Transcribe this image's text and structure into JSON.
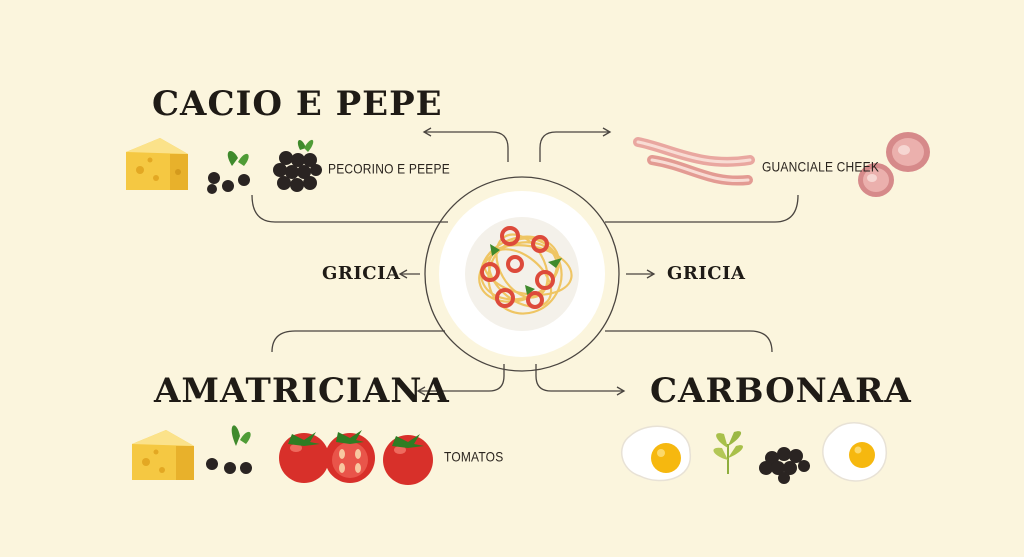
{
  "recipes": {
    "cacio_e_pepe": {
      "title": "CACIO E PEPE",
      "ingredient_label": "PECORINO E PEEPE"
    },
    "guanciale": {
      "ingredient_label": "GUANCIALE CHEEK"
    },
    "gricia_left": "GRICIA",
    "gricia_right": "GRICIA",
    "amatriciana": {
      "title": "AMATRICIANA",
      "ingredient_label": "TOMATOS"
    },
    "carbonara": {
      "title": "CARBONARA"
    }
  },
  "icons": {
    "cacio_e_pepe": [
      "cheese-icon",
      "pepper-basil-icon",
      "black-pepper-pile-icon"
    ],
    "guanciale": [
      "bacon-strips-icon",
      "guanciale-slices-icon"
    ],
    "amatriciana": [
      "cheese-icon",
      "pepper-basil-icon",
      "tomato-icon",
      "tomato-half-icon",
      "tomato-icon"
    ],
    "carbonara": [
      "egg-icon",
      "herb-sprig-icon",
      "black-pepper-pile-icon",
      "egg-icon"
    ],
    "center": "spaghetti-plate-icon"
  },
  "colors": {
    "background": "#fbf5dd",
    "text": "#1f1b16",
    "lines": "#4a4540",
    "cheese": "#f5c842",
    "tomato": "#d8302a",
    "bacon": "#e9a7a0",
    "egg_yolk": "#f6b80f",
    "pepper": "#2a2422",
    "basil": "#3f8a2c"
  }
}
